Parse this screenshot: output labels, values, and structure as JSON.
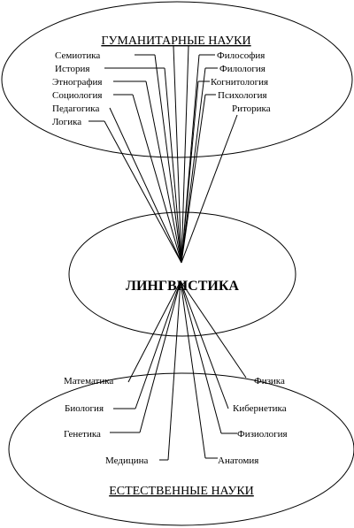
{
  "top": {
    "heading": "ГУМАНИТАРНЫЕ НАУКИ",
    "left": [
      "Семиотика",
      "История",
      "Этнография",
      "Социология",
      "Педагогика",
      "Логика"
    ],
    "right": [
      "Философия",
      "Филология",
      "Когнитология",
      "Психология",
      "Риторика"
    ]
  },
  "center": {
    "title": "ЛИНГВИСТИКА"
  },
  "bottom": {
    "heading": "ЕСТЕСТВЕННЫЕ НАУКИ",
    "left": [
      "Математика",
      "Биология",
      "Генетика",
      "Медицина"
    ],
    "right": [
      "Физика",
      "Кибернетика",
      "Физиология",
      "Анатомия"
    ]
  }
}
